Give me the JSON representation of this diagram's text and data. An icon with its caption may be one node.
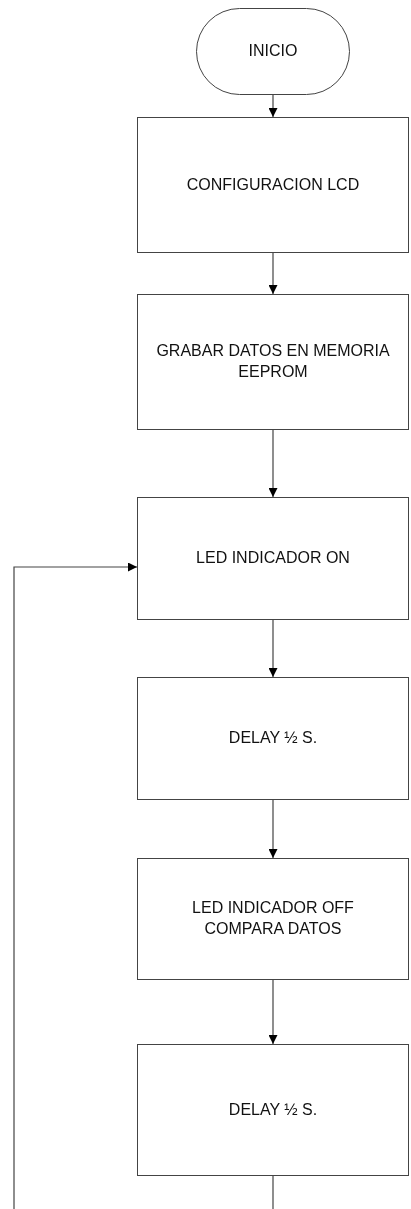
{
  "diagram": {
    "nodes": [
      {
        "text": [
          "INICIO"
        ]
      },
      {
        "text": [
          "CONFIGURACION LCD"
        ]
      },
      {
        "text": [
          "GRABAR DATOS EN MEMORIA EEPROM"
        ]
      },
      {
        "text": [
          "LED INDICADOR ON"
        ]
      },
      {
        "text": [
          "DELAY ½ S."
        ]
      },
      {
        "text": [
          "LED INDICADOR OFF COMPARA DATOS"
        ]
      },
      {
        "text": [
          "DELAY ½ S."
        ]
      }
    ],
    "edges": [
      {
        "from": 0,
        "to": 1,
        "arrow": "to"
      },
      {
        "from": 1,
        "to": 2,
        "arrow": "to"
      },
      {
        "from": 2,
        "to": 3,
        "arrow": "to"
      },
      {
        "from": 3,
        "to": 4,
        "arrow": "to"
      },
      {
        "from": 4,
        "to": 5,
        "arrow": "to"
      },
      {
        "from": 5,
        "to": 6,
        "arrow": "to"
      },
      {
        "from": 6,
        "to": null,
        "arrow": "none"
      },
      {
        "from": null,
        "to": 3,
        "arrow": "to"
      }
    ]
  }
}
